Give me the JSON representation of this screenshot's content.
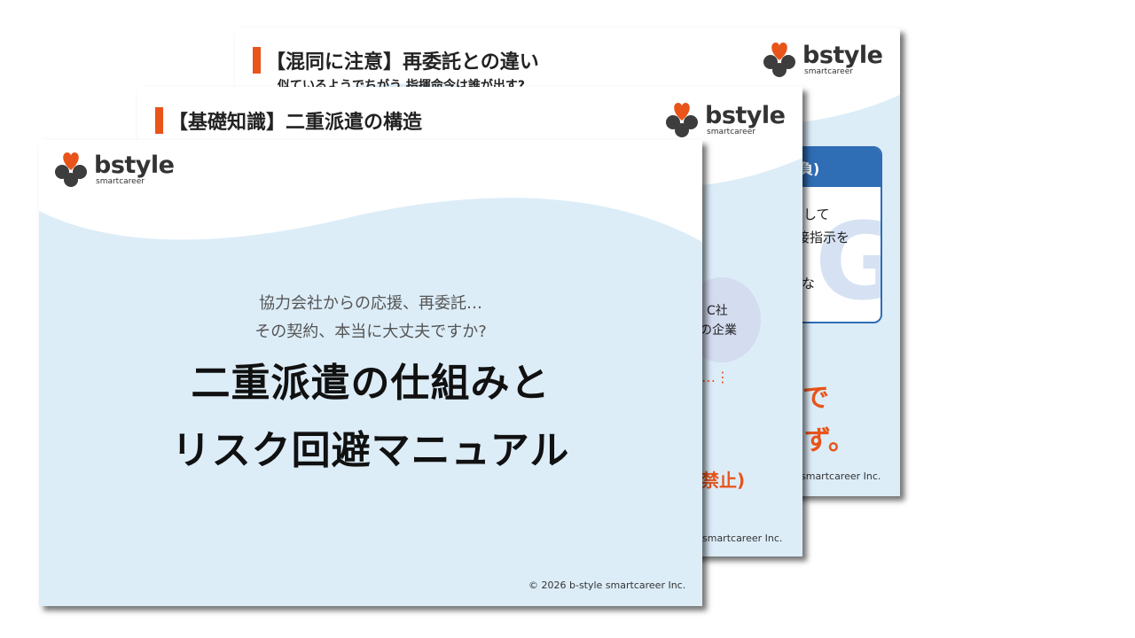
{
  "brand": {
    "logo_name": "bstyle",
    "logo_sub": "smartcareer",
    "heart_color": "#e8541a",
    "clover_color": "#3d3d3d"
  },
  "accent_color": "#e8541a",
  "slides": {
    "back": {
      "title": "【混同に注意】再委託との違い",
      "subtitle": "似ているようでちがう 指揮命令は誰が出す?",
      "box_header": "請負)",
      "box_lines": [
        "として",
        "直接指示を",
        "な"
      ],
      "big_watermark": "G",
      "orange_lines": [
        "で",
        "ず。"
      ],
      "footer": "smartcareer Inc."
    },
    "mid": {
      "title": "【基礎知識】二重派遣の構造",
      "circle_lines": [
        "C社",
        "の企業"
      ],
      "dots": "…⋮",
      "orange_text": "禁止)",
      "footer": "smartcareer Inc."
    },
    "front": {
      "lead_lines": [
        "協力会社からの応援、再委託…",
        "その契約、本当に大丈夫ですか?"
      ],
      "headline_lines": [
        "二重派遣の仕組みと",
        "リスク回避マニュアル"
      ],
      "footer": "© 2026 b-style smartcareer Inc."
    }
  }
}
